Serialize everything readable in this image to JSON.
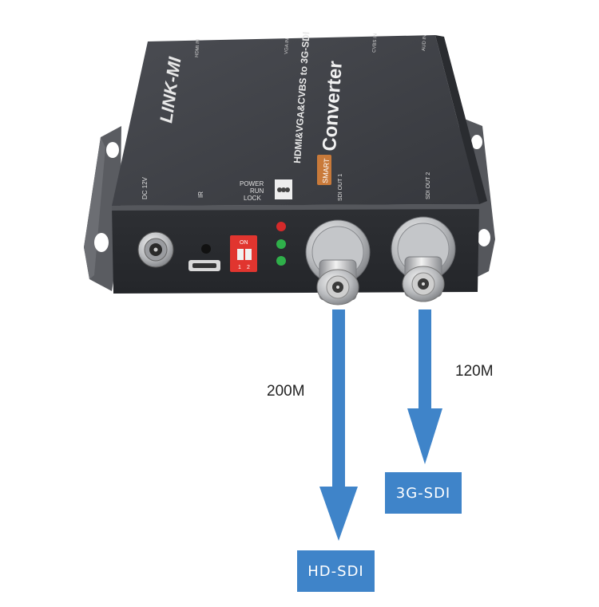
{
  "device": {
    "brand": "LINK-MI",
    "product_line": "HDMI&VGA&CVBS to 3G-SDI",
    "product_name": "Converter",
    "tag": "SMART",
    "top_port_labels": [
      "HDMI IN",
      "VGA IN",
      "CVBS IN",
      "AUD IN"
    ],
    "port_labels": {
      "dc": "DC 12V",
      "ir": "IR",
      "dip_on": "ON",
      "dip_1": "1",
      "dip_2": "2",
      "sdi_out_1": "SDI OUT 1",
      "sdi_out_2": "SDI OUT 2"
    },
    "led_labels": [
      "POWER",
      "RUN",
      "LOCK"
    ],
    "led_colors": [
      "#d42a2a",
      "#2fb04a",
      "#2fb04a"
    ],
    "body_color": "#3d3f44",
    "accent": "#3f84c9"
  },
  "outputs": [
    {
      "distance": "200M",
      "format": "HD-SDI"
    },
    {
      "distance": "120M",
      "format": "3G-SDI"
    }
  ]
}
